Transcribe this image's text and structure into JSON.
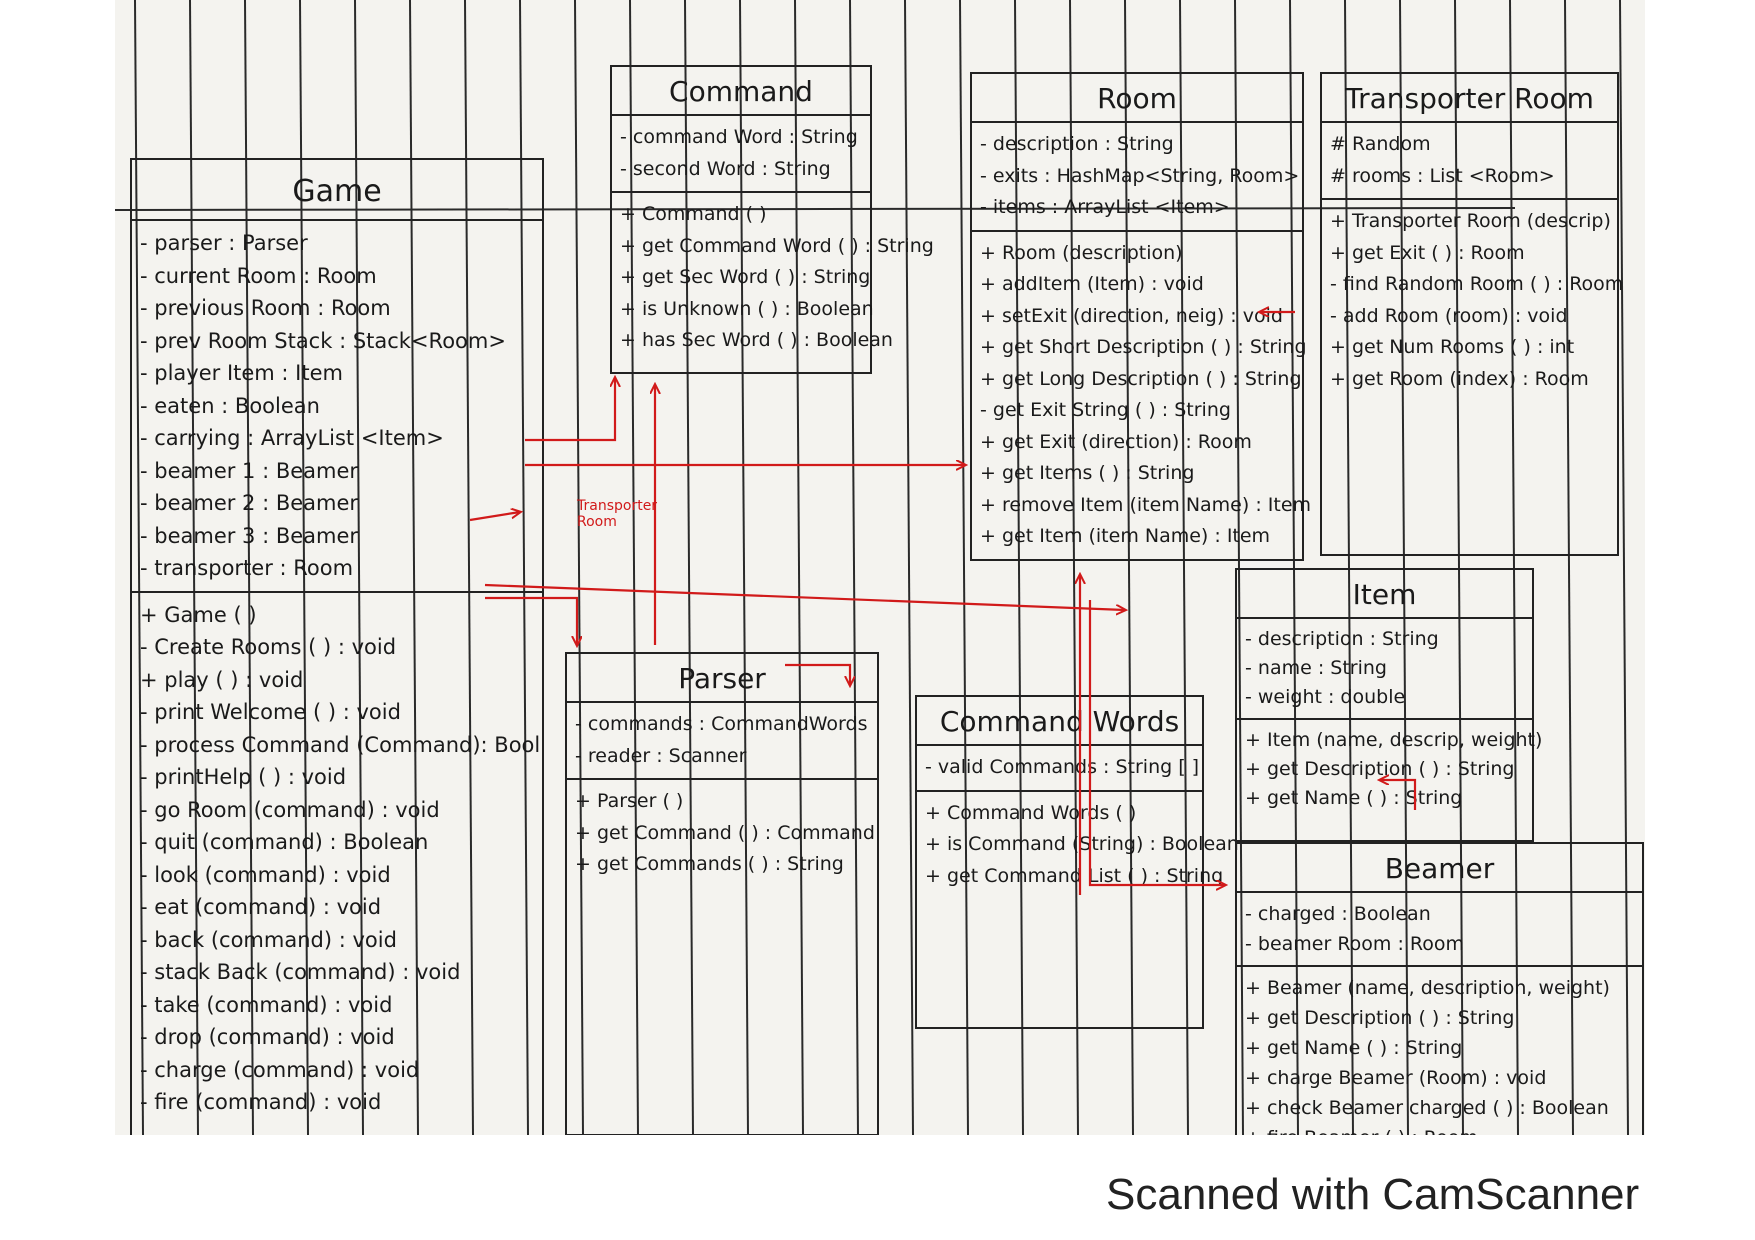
{
  "diagram": {
    "colors": {
      "ink": "#1a1a1a",
      "arrow": "#d11a1a",
      "paper": "#f4f3ef",
      "rule": "#2a2a2a"
    },
    "classes": {
      "game": {
        "name": "Game",
        "attributes": [
          "- parser : Parser",
          "- current Room : Room",
          "- previous Room : Room",
          "- prev Room Stack : Stack<Room>",
          "- player Item : Item",
          "- eaten : Boolean",
          "- carrying : ArrayList <Item>",
          "- beamer 1 : Beamer",
          "- beamer 2 : Beamer",
          "- beamer 3 : Beamer",
          "- transporter : Room"
        ],
        "methods": [
          "+ Game ( )",
          "- Create Rooms ( ) : void",
          "+ play ( ) : void",
          "- print Welcome ( ) : void",
          "- process Command (Command): Bool",
          "- printHelp ( ) : void",
          "- go Room (command) : void",
          "- quit (command) : Boolean",
          "- look (command) : void",
          "- eat (command) : void",
          "- back (command) : void",
          "- stack Back (command) : void",
          "- take (command) : void",
          "- drop (command) : void",
          "- charge (command) : void",
          "- fire (command) : void"
        ]
      },
      "command": {
        "name": "Command",
        "attributes": [
          "- command Word : String",
          "- second Word : String"
        ],
        "methods": [
          "+ Command ( )",
          "+ get Command Word ( ) : String",
          "+ get Sec Word ( ) : String",
          "+ is Unknown ( ) : Boolean",
          "+ has Sec Word ( ) : Boolean"
        ]
      },
      "room": {
        "name": "Room",
        "attributes": [
          "- description : String",
          "- exits : HashMap<String, Room>",
          "- items : ArrayList <Item>"
        ],
        "methods": [
          "+ Room (description)",
          "+ addItem (Item) : void",
          "+ setExit (direction, neig) : void",
          "+ get Short Description ( ) : String",
          "+ get Long Description ( ) : String",
          "- get Exit String ( ) : String",
          "+ get Exit (direction) : Room",
          "+ get Items ( ) : String",
          "+ remove Item (item Name) : Item",
          "+ get Item (item Name) : Item"
        ]
      },
      "transporter_room": {
        "name": "Transporter Room",
        "attributes": [
          "# Random",
          "# rooms : List <Room>"
        ],
        "methods": [
          "+ Transporter Room (descrip)",
          "+ get Exit ( ) : Room",
          "- find Random Room ( ) : Room",
          "- add Room (room) : void",
          "+ get Num Rooms ( ) : int",
          "+ get Room (index) : Room"
        ]
      },
      "parser": {
        "name": "Parser",
        "attributes": [
          "- commands : CommandWords",
          "- reader : Scanner"
        ],
        "methods": [
          "+ Parser ( )",
          "+ get Command ( ) : Command",
          "+ get Commands ( ) : String"
        ]
      },
      "command_words": {
        "name": "Command Words",
        "attributes": [
          "- valid Commands : String [ ]"
        ],
        "methods": [
          "+ Command Words ( )",
          "+ is Command (String) : Boolean",
          "+ get Command List ( ) : String"
        ]
      },
      "item": {
        "name": "Item",
        "attributes": [
          "- description : String",
          "- name : String",
          "- weight : double"
        ],
        "methods": [
          "+ Item (name, descrip, weight)",
          "+ get Description ( ) : String",
          "+ get Name ( ) : String"
        ]
      },
      "beamer": {
        "name": "Beamer",
        "attributes": [
          "- charged : Boolean",
          "- beamer Room : Room"
        ],
        "methods": [
          "+ Beamer (name, description, weight)",
          "+ get Description ( ) : String",
          "+ get Name ( ) : String",
          "+ charge Beamer (Room) : void",
          "+ check Beamer charged ( ) : Boolean",
          "+ fire Beamer ( ) : Room"
        ]
      }
    },
    "annotations": {
      "transporter_arrow_label": "Transporter Room"
    }
  },
  "footer": {
    "scanner_label": "Scanned with CamScanner"
  }
}
